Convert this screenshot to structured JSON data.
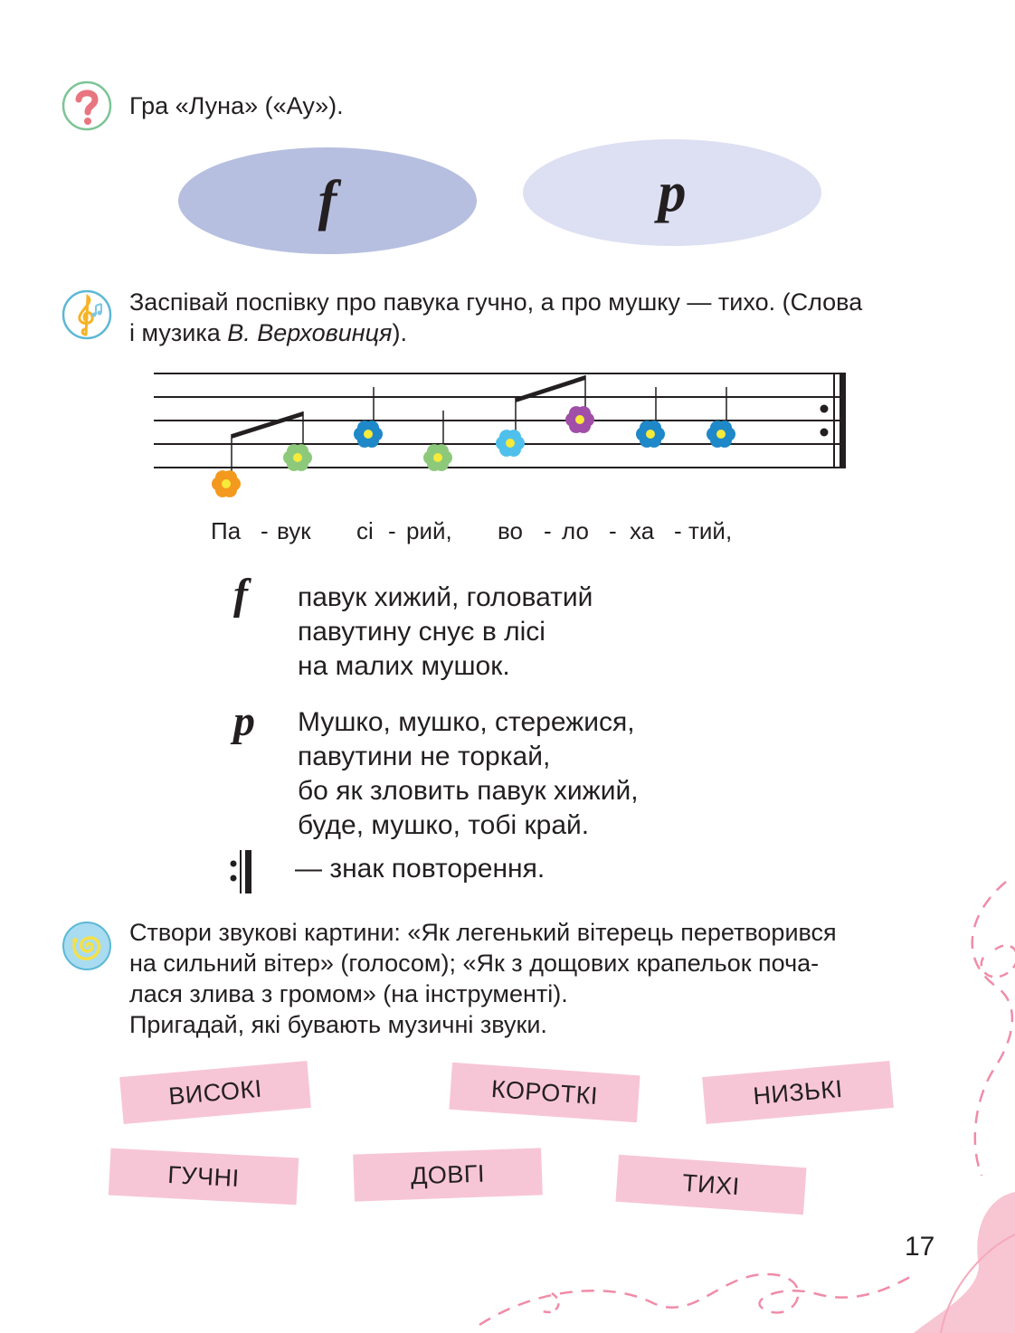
{
  "task1": {
    "icon": "question-icon",
    "text": "Гра «Луна» («Ау»).",
    "dynamics": [
      "f",
      "p"
    ]
  },
  "task2": {
    "icon": "treble-clef-icon",
    "line1": "Заспівай поспівку про павука гучно, а про мушку — тихо. (Слова",
    "line2_prefix": "і музика ",
    "line2_author": "В. Верховинця",
    "line2_suffix": ").",
    "lyrics": [
      "Па",
      "-",
      "вук",
      "сі",
      "-",
      "рий,",
      "во",
      "-",
      "ло",
      "-",
      "ха",
      "-",
      "тий,"
    ],
    "verse_f": {
      "mark": "f",
      "lines": [
        "павук хижий, головатий",
        "павутину снує в лісі",
        "на малих мушок."
      ]
    },
    "verse_p": {
      "mark": "p",
      "lines": [
        "Мушко, мушко, стережися,",
        "павутини не торкай,",
        "бо як зловить павук хижий,",
        "буде, мушко, тобі край."
      ]
    },
    "repeat_note": "— знак повторення."
  },
  "notes": {
    "colors": [
      "#f39a1e",
      "#8cc97a",
      "#1e88c8",
      "#8cc97a",
      "#4fc0ec",
      "#a04ea8",
      "#1e88c8",
      "#1e88c8"
    ]
  },
  "task3": {
    "icon": "spiral-icon",
    "lines": [
      "Створи звукові картини: «Як легенький вітерець перетворився",
      "на сильний вітер» (голосом); «Як з дощових крапельок поча-",
      "лася злива з громом» (на інструменті).",
      "Пригадай, які бувають музичні звуки."
    ]
  },
  "cards": [
    "ВИСОКІ",
    "КОРОТКІ",
    "НИЗЬКІ",
    "ГУЧНІ",
    "ДОВГІ",
    "ТИХІ"
  ],
  "page_number": "17",
  "colors": {
    "oval_f": "#b7bfe0",
    "oval_p": "#dde0f2",
    "card": "#f7c6d6",
    "pink_blob": "#f8c5d2"
  }
}
